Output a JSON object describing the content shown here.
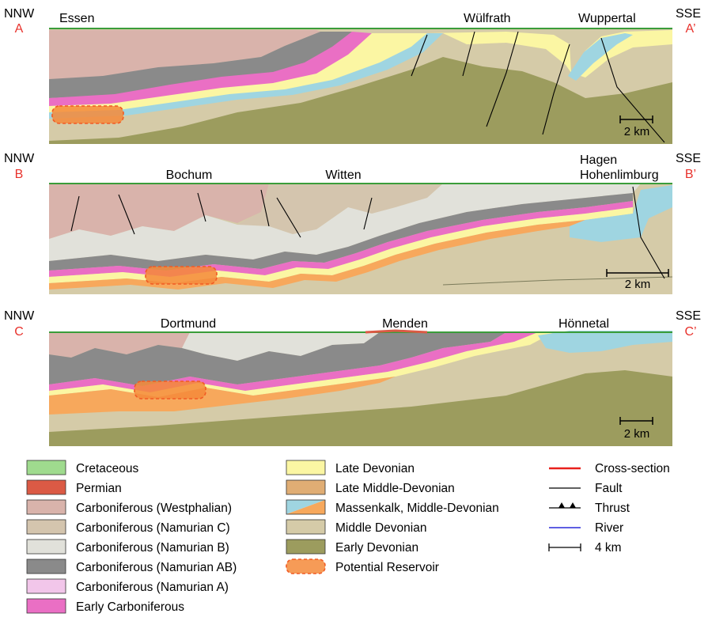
{
  "sections": [
    {
      "id": "A",
      "start": {
        "direction": "NNW",
        "label": "A"
      },
      "end": {
        "direction": "SSE",
        "label": "A’"
      },
      "places": [
        "Essen",
        "Wülfrath",
        "Wuppertal"
      ],
      "scale_label": "2 km"
    },
    {
      "id": "B",
      "start": {
        "direction": "NNW",
        "label": "B"
      },
      "end": {
        "direction": "SSE",
        "label": "B’"
      },
      "places": [
        "Bochum",
        "Witten",
        "Hagen",
        "Hohenlimburg"
      ],
      "scale_label": "2 km"
    },
    {
      "id": "C",
      "start": {
        "direction": "NNW",
        "label": "C"
      },
      "end": {
        "direction": "SSE",
        "label": "C’"
      },
      "places": [
        "Dortmund",
        "Menden",
        "Hönnetal"
      ],
      "scale_label": "2 km"
    }
  ],
  "legend": {
    "units": [
      {
        "label": "Cretaceous",
        "color": "#9fdb8e"
      },
      {
        "label": "Permian",
        "color": "#db5a45"
      },
      {
        "label": "Carboniferous (Westphalian)",
        "color": "#d9b3ab"
      },
      {
        "label": "Carboniferous (Namurian C)",
        "color": "#d4c5ae"
      },
      {
        "label": "Carboniferous (Namurian B)",
        "color": "#e1e1da"
      },
      {
        "label": "Carboniferous (Namurian AB)",
        "color": "#8a8a8a"
      },
      {
        "label": "Carboniferous (Namurian A)",
        "color": "#f2c6ea"
      },
      {
        "label": "Early Carboniferous",
        "color": "#ea6fc4"
      },
      {
        "label": "Late Devonian",
        "color": "#fbf6a3"
      },
      {
        "label": "Late Middle-Devonian",
        "color": "#e0ad74"
      },
      {
        "label": "Massenkalk, Middle-Devonian",
        "color": "#9fd5e1",
        "color2": "#f7a85c"
      },
      {
        "label": "Middle Devonian",
        "color": "#d5cba8"
      },
      {
        "label": "Early Devonian",
        "color": "#9c9c5e"
      },
      {
        "label": "Potential Reservoir",
        "color": "#f4893a"
      }
    ],
    "symbols": [
      {
        "label": "Cross-section",
        "icon": "red-line",
        "color": "#e8201c"
      },
      {
        "label": "Fault",
        "icon": "black-line",
        "color": "#000000"
      },
      {
        "label": "Thrust",
        "icon": "thrust-line",
        "color": "#000000"
      },
      {
        "label": "River",
        "icon": "blue-line",
        "color": "#2a2ad8"
      },
      {
        "label": "4 km",
        "icon": "scale-bar",
        "color": "#000000"
      }
    ]
  }
}
